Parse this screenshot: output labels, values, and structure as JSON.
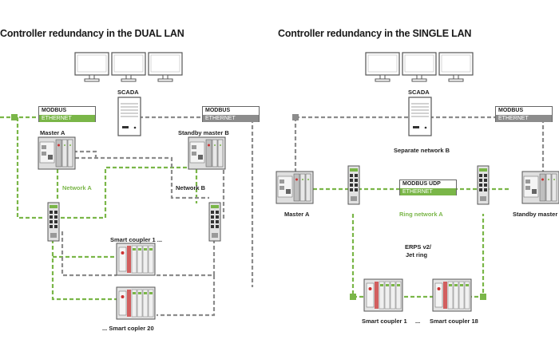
{
  "left": {
    "title": "Controller redundancy in the DUAL LAN",
    "scada": "SCADA",
    "tag_a": {
      "top": "MODBUS",
      "bottom": "ETHERNET"
    },
    "tag_b": {
      "top": "MODBUS",
      "bottom": "ETHERNET"
    },
    "master_a": "Master A",
    "standby": "Standby master B",
    "network_a": "Network A",
    "network_b": "Network B",
    "coupler_1": "Smart coupler 1 ...",
    "coupler_20": "... Smart copler 20"
  },
  "right": {
    "title": "Controller redundancy in the SINGLE LAN",
    "scada": "SCADA",
    "tag_top": {
      "top": "MODBUS",
      "bottom": "ETHERNET"
    },
    "tag_udp": {
      "top": "MODBUS UDP",
      "bottom": "ETHERNET"
    },
    "separate_net": "Separate network B",
    "master_a": "Master A",
    "standby": "Standby master B",
    "ring": "Ring network A",
    "erps_1": "ERPS v2/",
    "erps_2": "Jet ring",
    "coupler_1": "Smart coupler 1",
    "dots": "...",
    "coupler_18": "Smart coupler 18"
  },
  "colors": {
    "green": "#7ab648",
    "gray": "#8c8c8c",
    "dark": "#444444"
  }
}
